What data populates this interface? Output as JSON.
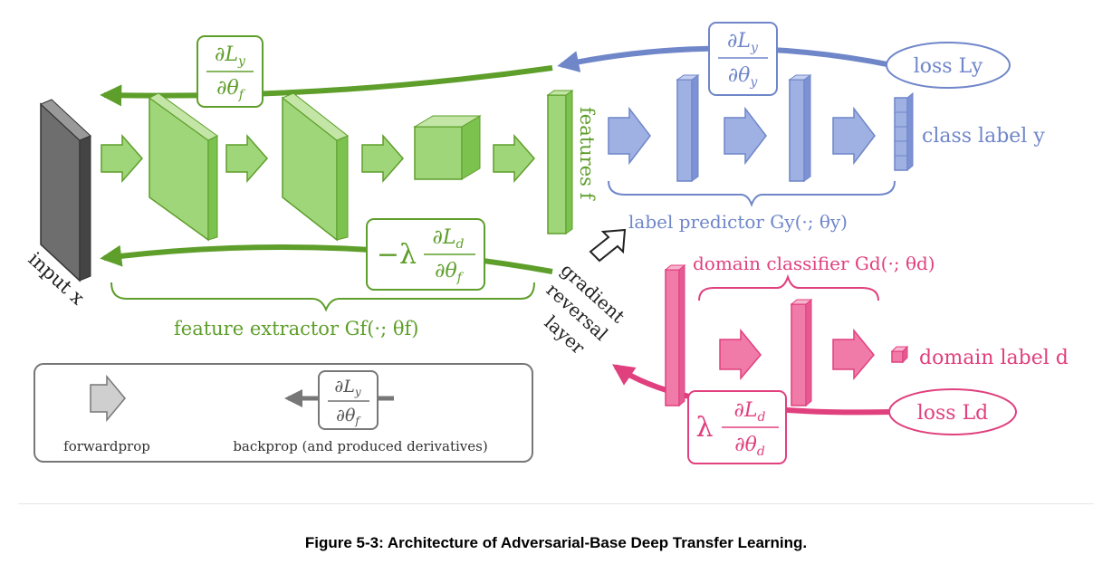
{
  "colors": {
    "green": "#5e9e2a",
    "green_fill": "#9fd67a",
    "green_light": "#c3e6a6",
    "blue": "#6f86c9",
    "blue_fill": "#9fb1e3",
    "pink": "#e0407e",
    "pink_fill": "#f07aa8",
    "gray": "#777777"
  },
  "labels": {
    "input_x": "input x",
    "features_f": "features f",
    "class_label_y": "class label y",
    "label_predictor": "label predictor Gy(·; θy)",
    "domain_classifier": "domain classifier Gd(·; θd)",
    "domain_label_d": "domain label d",
    "feature_extractor": "feature extractor Gf(·; θf)",
    "grl_1": "gradient",
    "grl_2": "reversal",
    "grl_3": "layer",
    "loss_Ly": "loss Ly",
    "loss_Ld": "loss Ld",
    "grad_top_left": "∂Ly / ∂θf",
    "grad_top_right": "∂Ly / ∂θy",
    "grad_mid": "−λ ∂Ld / ∂θf",
    "grad_bottom": "λ ∂Ld / ∂θd"
  },
  "legend": {
    "forwardprop": "forwardprop",
    "backprop": "backprop (and produced derivatives)",
    "grad_example": "∂Ly / ∂θf"
  },
  "caption": "Figure 5-3: Architecture of Adversarial-Base Deep Transfer Learning."
}
